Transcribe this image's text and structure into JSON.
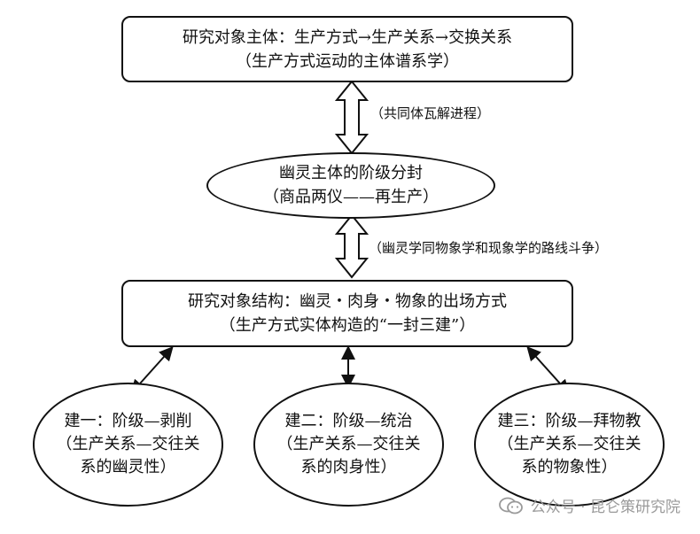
{
  "top_box": {
    "line1": "研究对象主体：生产方式→生产关系→交换关系",
    "line2": "（生产方式运动的主体谱系学）"
  },
  "connector_1_label": "（共同体瓦解进程）",
  "middle_ellipse": {
    "line1": "幽灵主体的阶级分封",
    "line2": "（商品两仪——再生产）"
  },
  "connector_2_label": "（幽灵学同物象学和现象学的路线斗争）",
  "structure_box": {
    "line1": "研究对象结构：幽灵・肉身・物象的出场方式",
    "line2": "（生产方式实体构造的“一封三建”）"
  },
  "bottom_ellipses": [
    {
      "line1": "建一：阶级—剥削",
      "line2": "（生产关系—交往关",
      "line3": "系的幽灵性）"
    },
    {
      "line1": "建二：阶级—统治",
      "line2": "（生产关系—交往关",
      "line3": "系的肉身性）"
    },
    {
      "line1": "建三：阶级—拜物教",
      "line2": "（生产关系—交往关",
      "line3": "系的物象性）"
    }
  ],
  "watermark": "公众号 · 昆仑策研究院",
  "colors": {
    "stroke": "#111111",
    "watermark": "#9a9a9a"
  }
}
